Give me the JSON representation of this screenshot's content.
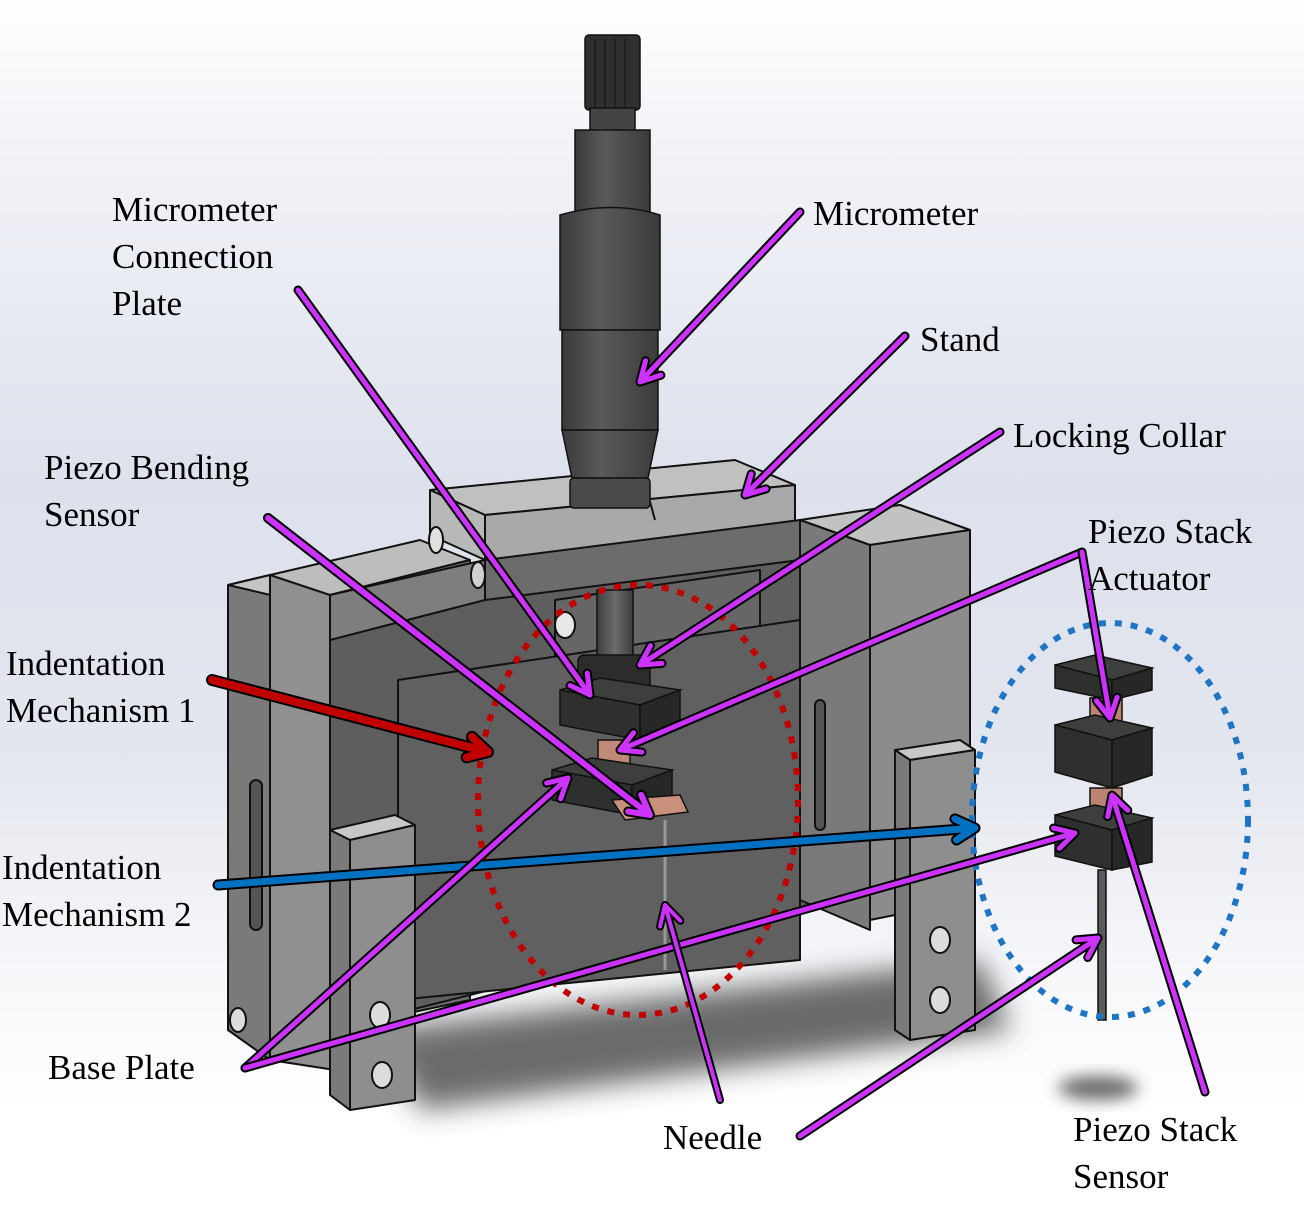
{
  "figure": {
    "subject": "Indentation test rig CAD rendering",
    "colors": {
      "pointer_arrow": "#cc33ff",
      "mechanism1_arrow": "#c00000",
      "mechanism2_arrow": "#0070c0",
      "mechanism1_outline": "#c00000",
      "mechanism2_outline": "#1f74c4",
      "metal_gray": "#8f8f8f",
      "dark_part": "#2b2d2b",
      "piezo_copper": "#c08a78"
    },
    "labels": {
      "micrometer": [
        "Micrometer"
      ],
      "micrometer_connection_plate": [
        "Micrometer",
        "Connection",
        "Plate"
      ],
      "stand": [
        "Stand"
      ],
      "locking_collar": [
        "Locking Collar"
      ],
      "piezo_bending_sensor": [
        "Piezo Bending",
        "Sensor"
      ],
      "piezo_stack_actuator": [
        "Piezo Stack",
        "Actuator"
      ],
      "indentation_mechanism_1": [
        "Indentation",
        "Mechanism 1"
      ],
      "indentation_mechanism_2": [
        "Indentation",
        "Mechanism 2"
      ],
      "base_plate": [
        "Base Plate"
      ],
      "needle": [
        "Needle"
      ],
      "piezo_stack_sensor": [
        "Piezo Stack",
        "Sensor"
      ]
    }
  }
}
